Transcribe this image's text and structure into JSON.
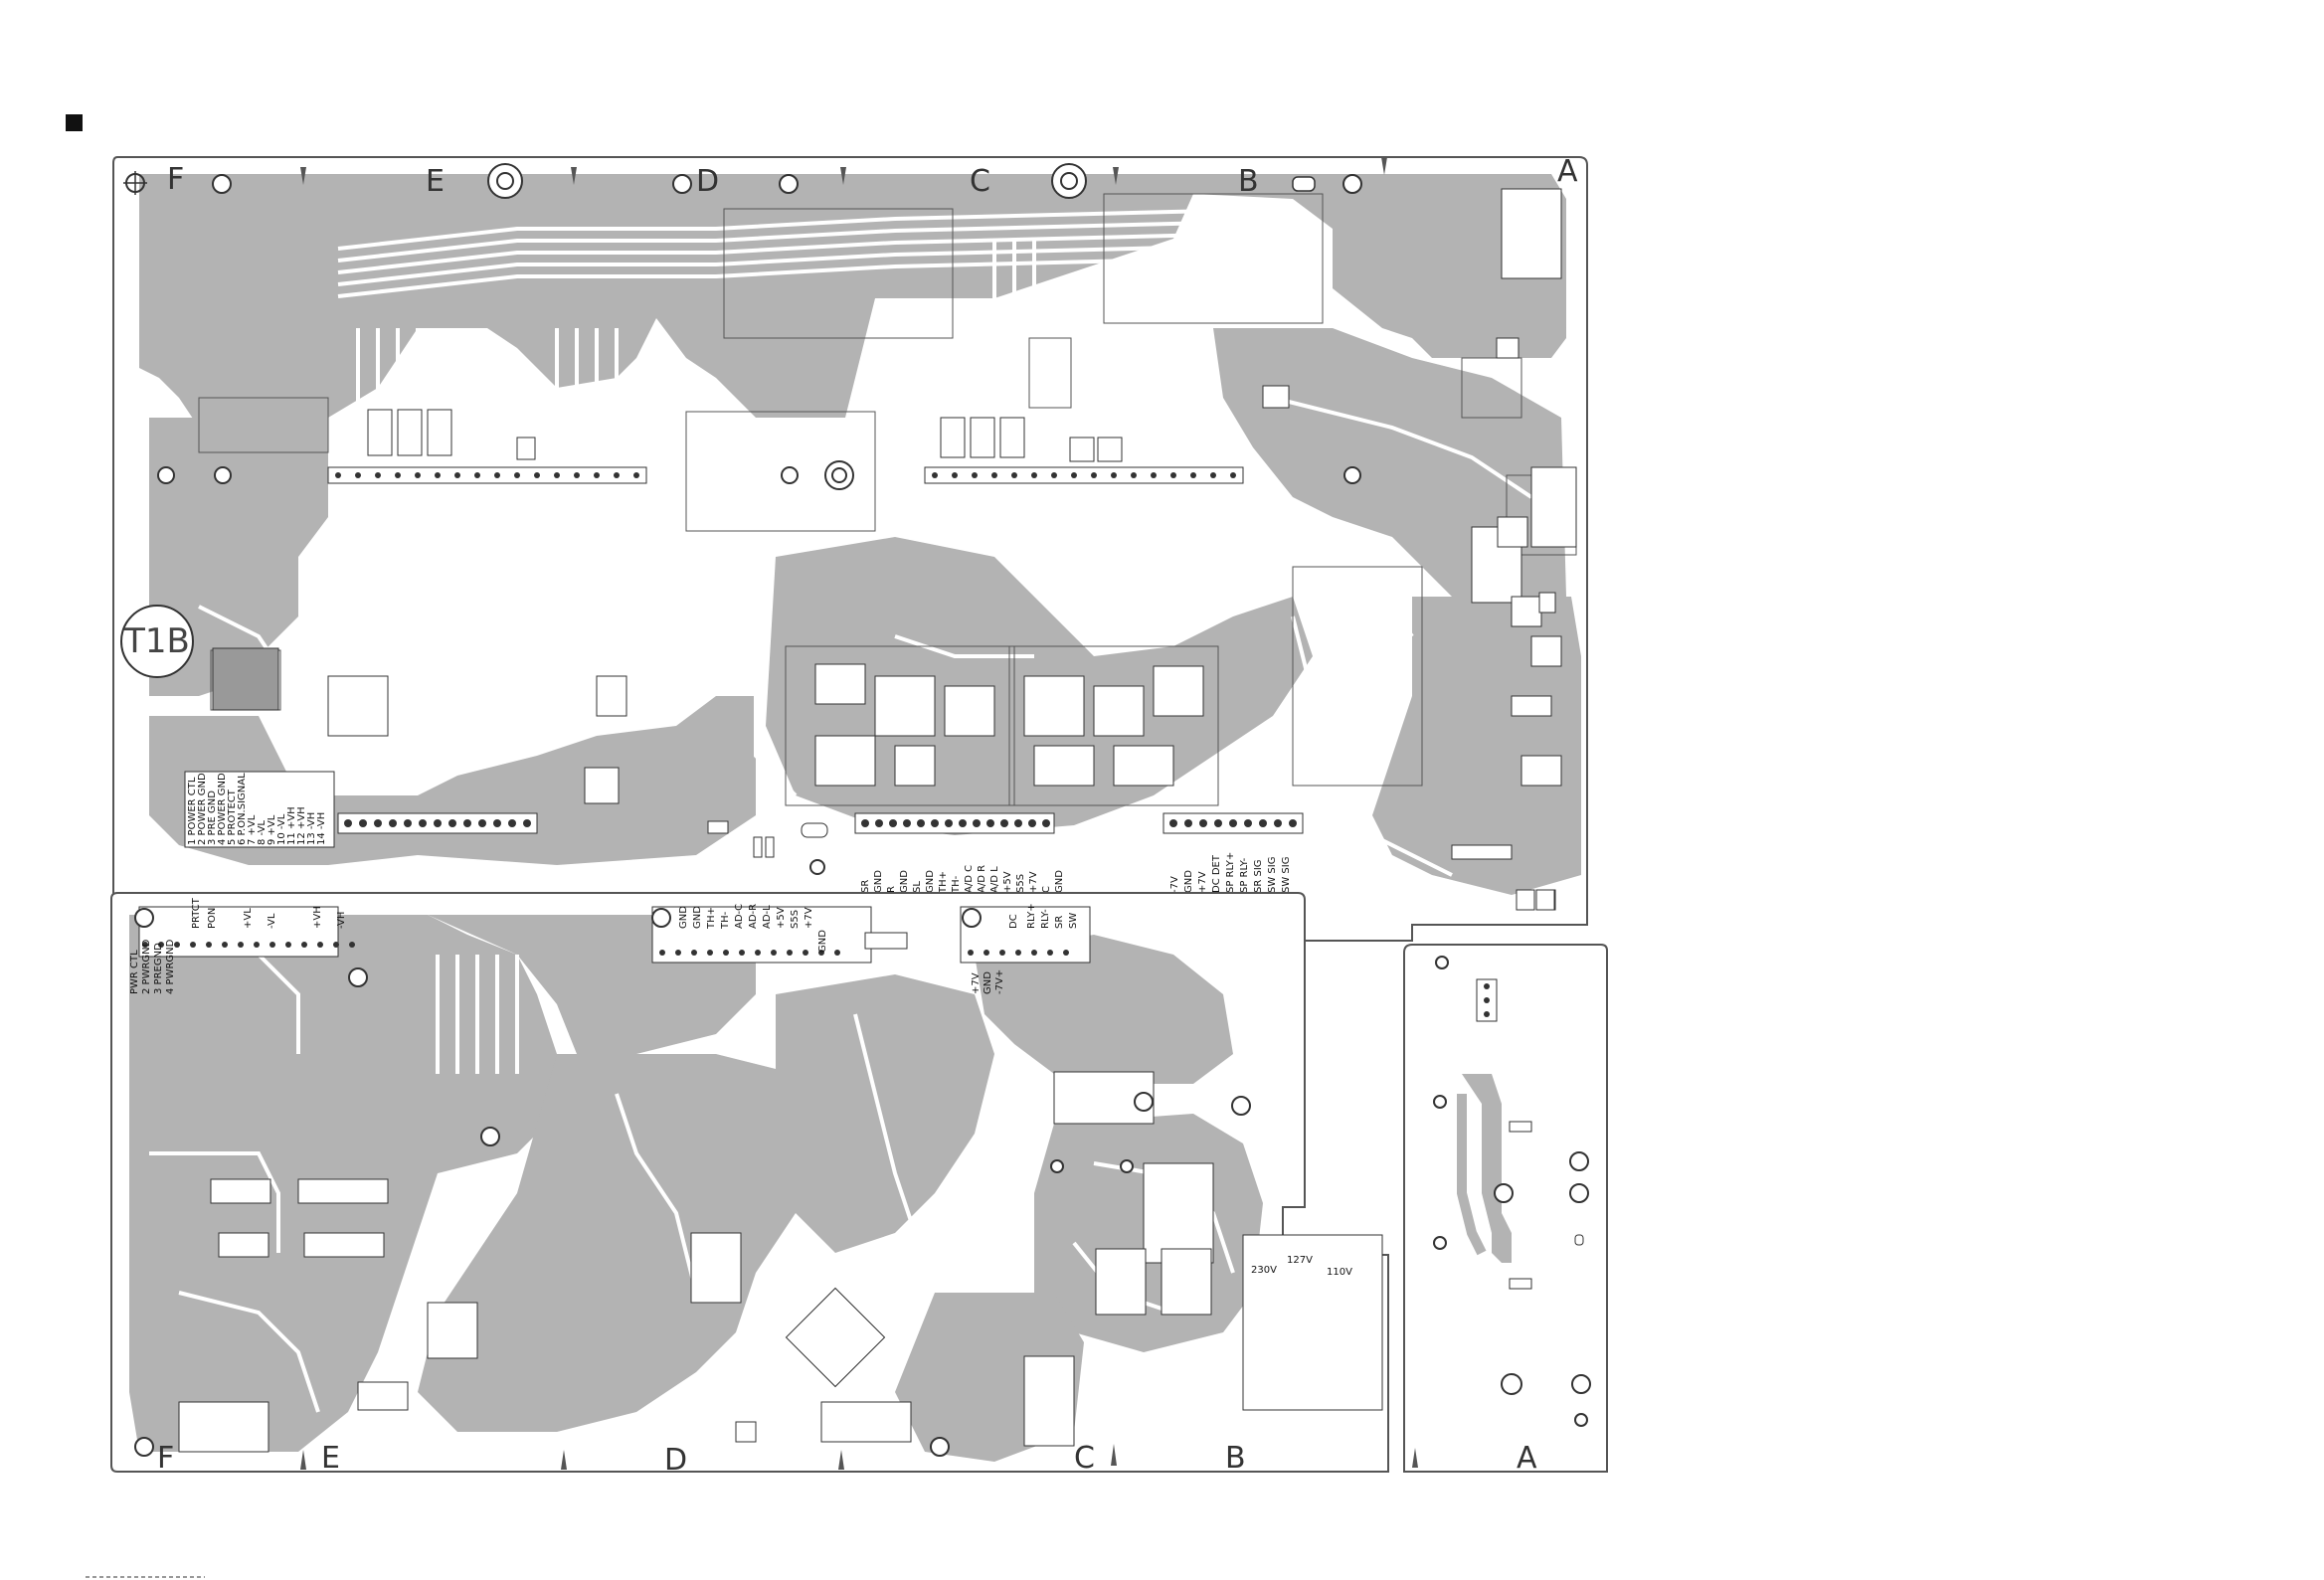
{
  "top_marker": "■",
  "zones_top": [
    "F",
    "E",
    "D",
    "C",
    "B",
    "A"
  ],
  "zones_bottom_main": [
    "F",
    "E",
    "D",
    "C",
    "B"
  ],
  "zone_bottom_small": "A",
  "transformer_label": "T1B",
  "connector_main_legend": [
    "1  POWER CTL",
    "2  POWER GND",
    "3  PRE GND",
    "4  POWER GND",
    "5  PROTECT",
    "6  P.ON.SIGNAL",
    "7  +VL",
    "8  -VL",
    "9  +VL",
    "10  -VL",
    "11  +VH",
    "12  +VH",
    "13  -VH",
    "14  -VH"
  ],
  "connector_mid_pins": [
    "SR",
    "GND",
    "R",
    "GND",
    "SL",
    "GND",
    "TH+",
    "TH-",
    "A/D C",
    "A/D R",
    "A/D L",
    "+5V",
    "S5S",
    "+7V",
    "C",
    "GND"
  ],
  "connector_right_pins": [
    "-7V",
    "GND",
    "+7V",
    "DC DET",
    "SP RLY+",
    "SP RLY-",
    "SR SIG",
    "SW SIG",
    "SW SIG"
  ],
  "lower_left_pins": [
    "PWR CTL",
    "2 PWRGND",
    "3 PREGND",
    "4 PWRGND",
    "PRTCT",
    "PON",
    "+VL",
    "-VL",
    "+VH",
    "-VH"
  ],
  "lower_mid_pins": [
    "GND",
    "GND",
    "TH+",
    "TH-",
    "AD-C",
    "AD-R",
    "AD-L",
    "+5V",
    "S5S",
    "+7V",
    "GND"
  ],
  "lower_right_pins": [
    "DC",
    "RLY+",
    "RLY-",
    "SR",
    "SW"
  ],
  "lower_right_left_pins": [
    "+7V",
    "GND",
    "-7V+"
  ],
  "voltage_labels": [
    "230V",
    "127V",
    "110V"
  ]
}
